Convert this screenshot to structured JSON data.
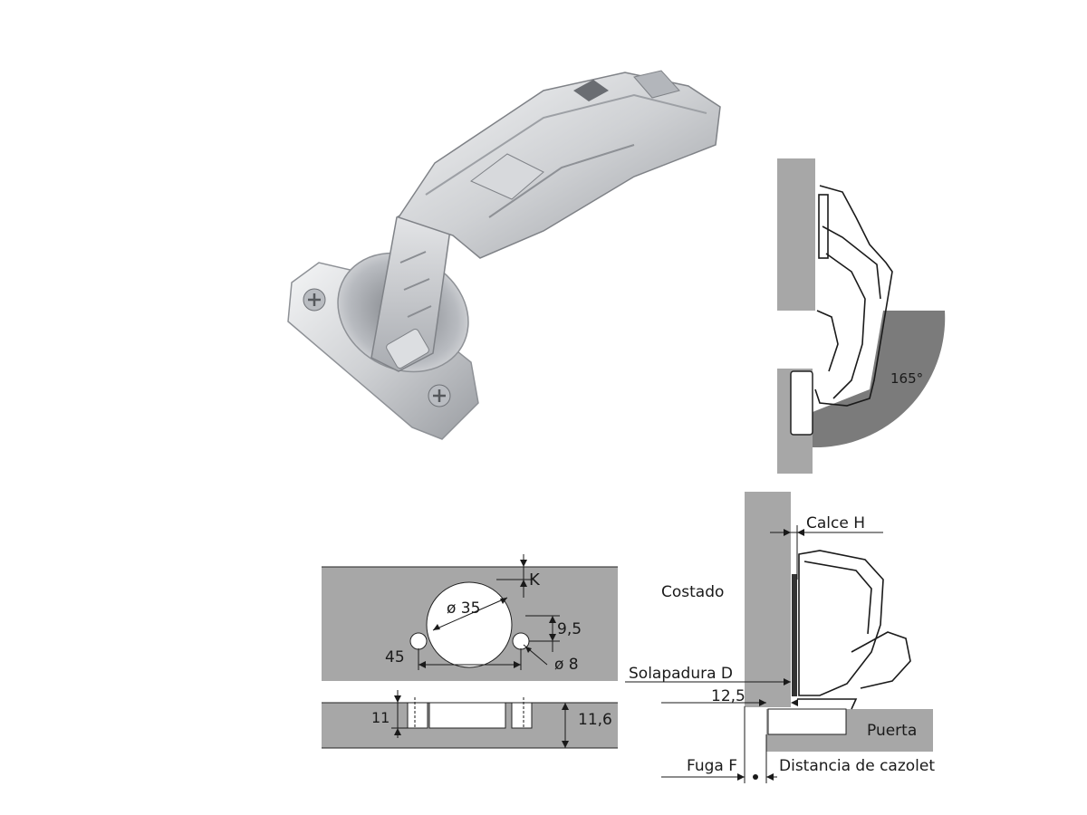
{
  "opening_view": {
    "angle_label": "165°"
  },
  "drilling_plan": {
    "k_label": "K",
    "cup_diameter_label": "ø 35",
    "hole_offset_label": "9,5",
    "hole_spacing_label": "45",
    "screw_hole_diameter_label": "ø 8",
    "cup_depth_label": "11",
    "panel_thickness_label": "11,6"
  },
  "section_view": {
    "calce_label": "Calce H",
    "costado_label": "Costado",
    "solapadura_label": "Solapadura D",
    "dim_12_5_label": "12,5",
    "puerta_label": "Puerta",
    "fuga_label": "Fuga F",
    "distancia_label": "Distancia de cazolet"
  },
  "colors": {
    "panel_gray": "#a7a7a7",
    "dark_sector": "#7b7b7b",
    "metal_light": "#e6e7e9",
    "metal_mid": "#c3c5c9",
    "metal_dark": "#8c8f94"
  }
}
